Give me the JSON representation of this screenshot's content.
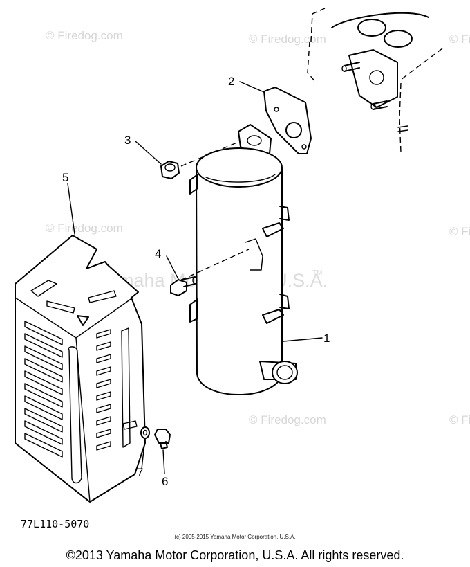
{
  "watermark": {
    "site": "© Firedog.com",
    "center": "Yamaha Motor Corp, U.S.A.",
    "tm": "TM"
  },
  "callouts": [
    {
      "number": "1",
      "part": "muffler"
    },
    {
      "number": "2",
      "part": "gasket"
    },
    {
      "number": "3",
      "part": "nut"
    },
    {
      "number": "4",
      "part": "bolt"
    },
    {
      "number": "5",
      "part": "heat-shield"
    },
    {
      "number": "6",
      "part": "screw"
    },
    {
      "number": "7",
      "part": "washer"
    }
  ],
  "diagram_code": "77L110-5070",
  "copyright_small": "(c) 2005-2015 Yamaha Motor Corporation, U.S.A.",
  "copyright_main": "©2013 Yamaha Motor Corporation, U.S.A. All rights reserved."
}
